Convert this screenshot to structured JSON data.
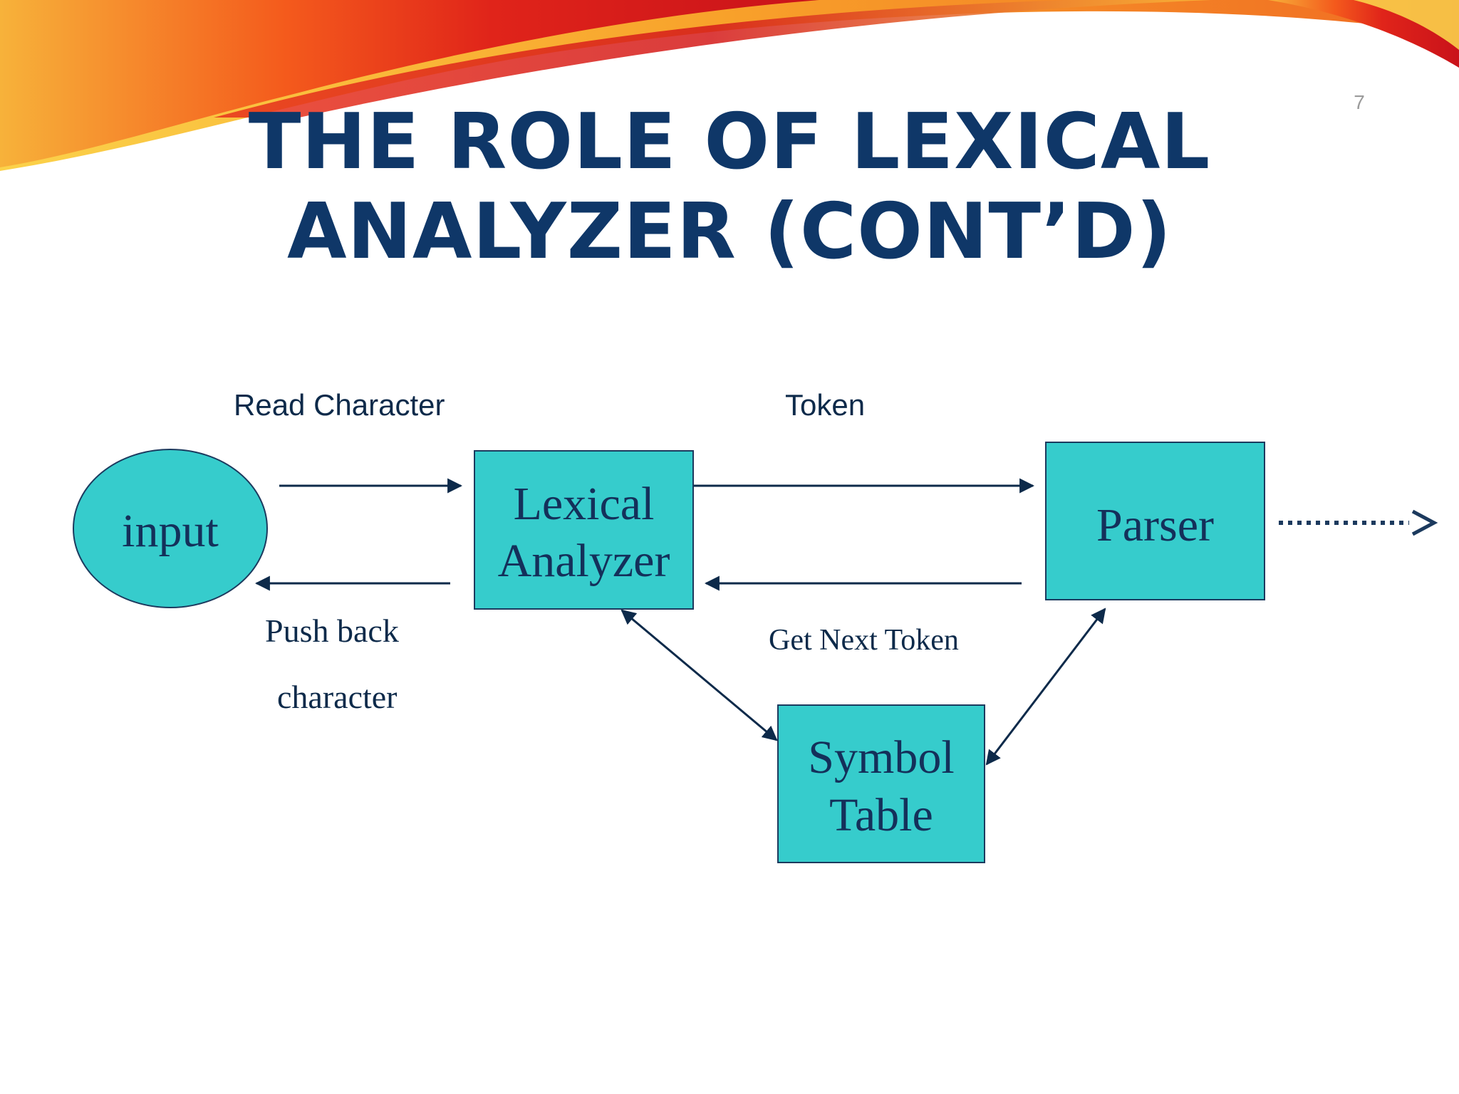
{
  "slide": {
    "title_line1": "THE ROLE OF LEXICAL",
    "title_line2": "ANALYZER (CONT’D)",
    "page_number": "7"
  },
  "diagram": {
    "nodes": {
      "input": "input",
      "lexical_line1": "Lexical",
      "lexical_line2": "Analyzer",
      "parser": "Parser",
      "symbol_line1": "Symbol",
      "symbol_line2": "Table"
    },
    "labels": {
      "read_character": "Read Character",
      "token": "Token",
      "push_back_line1": "Push back",
      "push_back_line2": "character",
      "get_next_token": "Get Next Token"
    }
  },
  "colors": {
    "title": "#0f3768",
    "node_fill": "#36cccc",
    "node_border": "#1c3a5e",
    "arrow": "#0d2a4a"
  }
}
